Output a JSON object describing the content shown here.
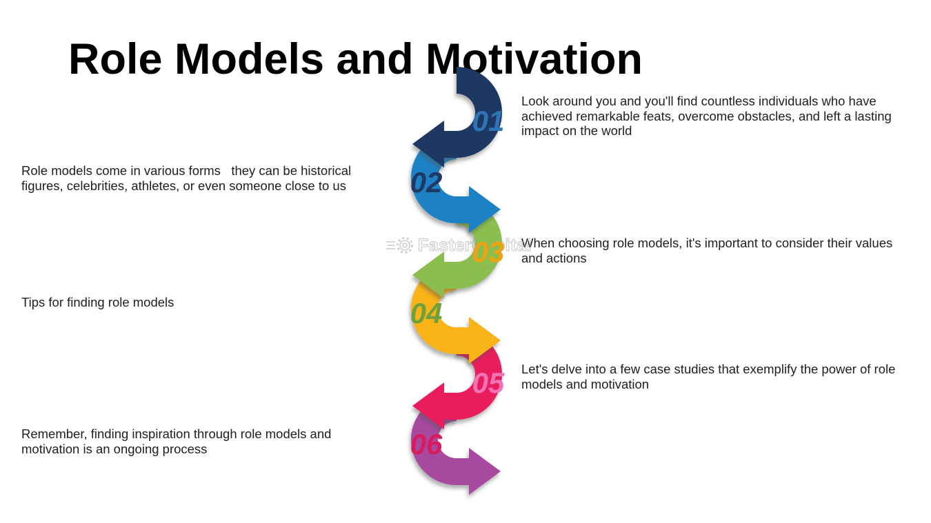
{
  "title": "Role Models and Motivation",
  "watermark": {
    "text": "FasterCapital"
  },
  "steps": [
    {
      "number": "01",
      "color": "#1f3864",
      "number_color": "#2e75b6",
      "side": "right",
      "text": "Look around you and you'll find countless individuals who have achieved remarkable feats, overcome obstacles, and left a lasting impact on the world"
    },
    {
      "number": "02",
      "color": "#1e82c5",
      "number_color": "#1f3864",
      "side": "left",
      "text": "Role models come in various forms   they can be historical figures, celebrities, athletes, or even someone close to us"
    },
    {
      "number": "03",
      "color": "#8cbe4f",
      "number_color": "#f0a311",
      "side": "right",
      "text": "When choosing role models, it's important to consider their values and actions"
    },
    {
      "number": "04",
      "color": "#f9b316",
      "number_color": "#6fa03c",
      "side": "left",
      "text": "Tips for finding role models"
    },
    {
      "number": "05",
      "color": "#e91c5d",
      "number_color": "#f173b4",
      "side": "right",
      "text": "Let's delve into a few case studies that exemplify the power of role models and motivation"
    },
    {
      "number": "06",
      "color": "#a74a9e",
      "number_color": "#d91a5c",
      "side": "left",
      "text": "Remember, finding inspiration through role models and motivation is an ongoing process"
    }
  ]
}
